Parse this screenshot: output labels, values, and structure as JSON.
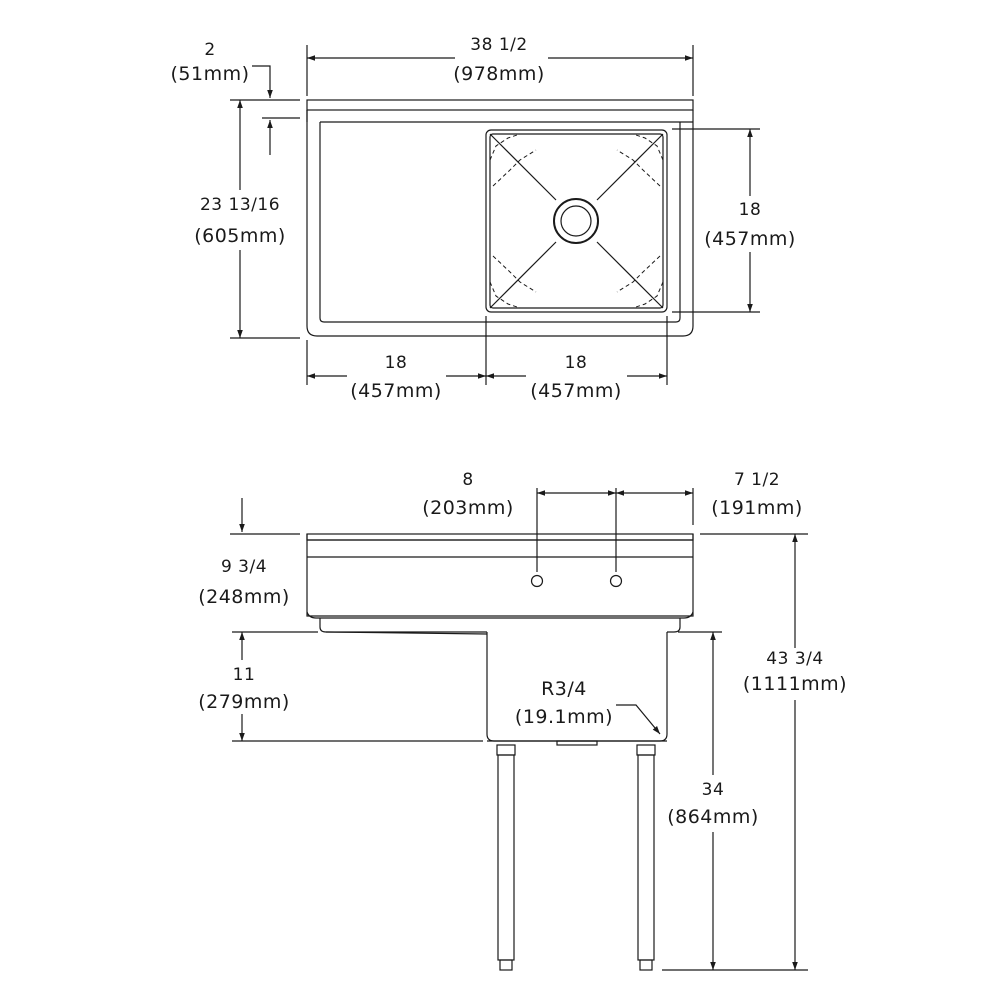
{
  "top_view": {
    "lip": {
      "inches": "2",
      "mm": "(51mm)"
    },
    "overall_width": {
      "inches": "38 1/2",
      "mm": "(978mm)"
    },
    "overall_depth": {
      "inches": "23 13/16",
      "mm": "(605mm)"
    },
    "bowl_depth": {
      "inches": "18",
      "mm": "(457mm)"
    },
    "drainboard_width": {
      "inches": "18",
      "mm": "(457mm)"
    },
    "bowl_width": {
      "inches": "18",
      "mm": "(457mm)"
    }
  },
  "front_view": {
    "faucet_spacing": {
      "inches": "8",
      "mm": "(203mm)"
    },
    "faucet_offset": {
      "inches": "7 1/2",
      "mm": "(191mm)"
    },
    "backsplash_height": {
      "inches": "9 3/4",
      "mm": "(248mm)"
    },
    "bowl_height": {
      "inches": "11",
      "mm": "(279mm)"
    },
    "corner_radius": {
      "label": "R3/4",
      "mm": "(19.1mm)"
    },
    "rim_height": {
      "inches": "34",
      "mm": "(864mm)"
    },
    "overall_height": {
      "inches": "43 3/4",
      "mm": "(1111mm)"
    }
  }
}
